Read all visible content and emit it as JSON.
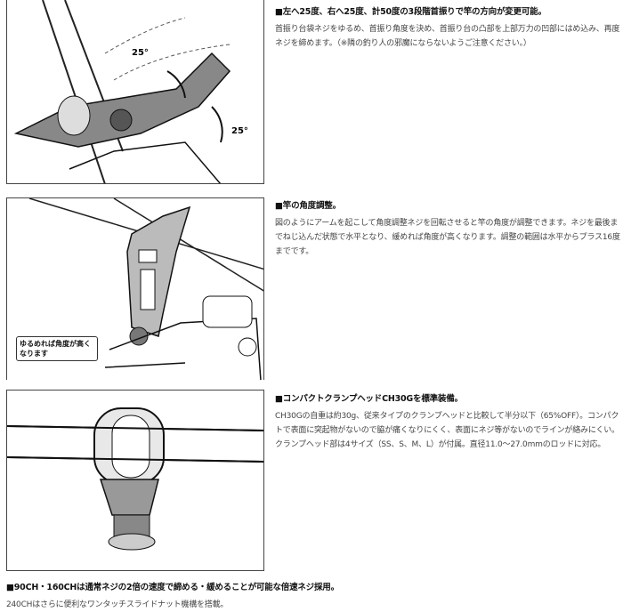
{
  "sections": [
    {
      "heading": "■左へ25度、右へ25度、計50度の3段階首振りで竿の方向が変更可能。",
      "body": "首振り台袋ネジをゆるめ、首振り角度を決め、首振り台の凸部を上部万力の凹部にはめ込み、再度ネジを締めます。（※隣の釣り人の邪魔にならないようご注意ください。）",
      "figure_labels": [
        "25°",
        "25°"
      ]
    },
    {
      "heading": "■竿の角度調整。",
      "body": "図のようにアームを起こして角度調整ネジを回転させると竿の角度が調整できます。ネジを最後までねじ込んだ状態で水平となり、緩めれば角度が高くなります。調整の範囲は水平からプラス16度までです。",
      "callout": "ゆるめれば角度が高くなります"
    },
    {
      "heading": "■コンパクトクランプヘッドCH30Gを標準装備。",
      "body": "CH30Gの自重は約30g、従来タイプのクランプヘッドと比較して半分以下（65%OFF）。コンパクトで表面に突起物がないので脇が痛くなりにくく、表面にネジ等がないのでラインが絡みにくい。クランプヘッド部は4サイズ（SS、S、M、L）が付属。直径11.0～27.0mmのロッドに対応。"
    }
  ],
  "footer": {
    "heading": "■90CH・160CHは通常ネジの2倍の速度で締める・緩めることが可能な倍速ネジ採用。",
    "body": "240CHはさらに便利なワンタッチスライドナット機構を搭載。"
  }
}
